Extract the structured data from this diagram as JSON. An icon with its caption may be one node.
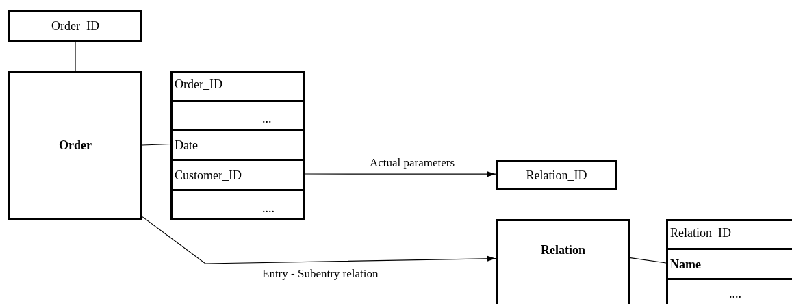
{
  "diagram": {
    "nodes": [
      {
        "text": [
          "Order_ID"
        ]
      },
      {
        "text": [
          "Order"
        ]
      },
      {
        "text": [],
        "shape": "box"
      },
      {
        "text": [
          "Order_ID"
        ],
        "in": 2
      },
      {
        "text": [
          "..."
        ],
        "in": 2
      },
      {
        "text": [
          "Date"
        ],
        "in": 2
      },
      {
        "text": [
          "Customer_ID"
        ],
        "in": 2
      },
      {
        "text": [
          "...."
        ],
        "in": 2
      },
      {
        "text": [
          "Relation_ID"
        ]
      },
      {
        "text": [
          "Relation"
        ]
      },
      {
        "text": [],
        "shape": "box"
      },
      {
        "text": [
          "Relation_ID"
        ],
        "in": 10
      },
      {
        "text": [
          "Name"
        ],
        "in": 10
      },
      {
        "text": [
          "...."
        ],
        "in": 10
      }
    ],
    "edges": [
      {
        "from": 0,
        "to": 1,
        "arrow": "none"
      },
      {
        "from": 1,
        "to": 5,
        "arrow": "none"
      },
      {
        "from": 6,
        "to": 8,
        "arrow": "to",
        "label": "Actual parameters"
      },
      {
        "from": 1,
        "to": 9,
        "arrow": "to",
        "label": "Entry - Subentry relation"
      },
      {
        "from": 9,
        "to": 12,
        "arrow": "none"
      }
    ]
  }
}
